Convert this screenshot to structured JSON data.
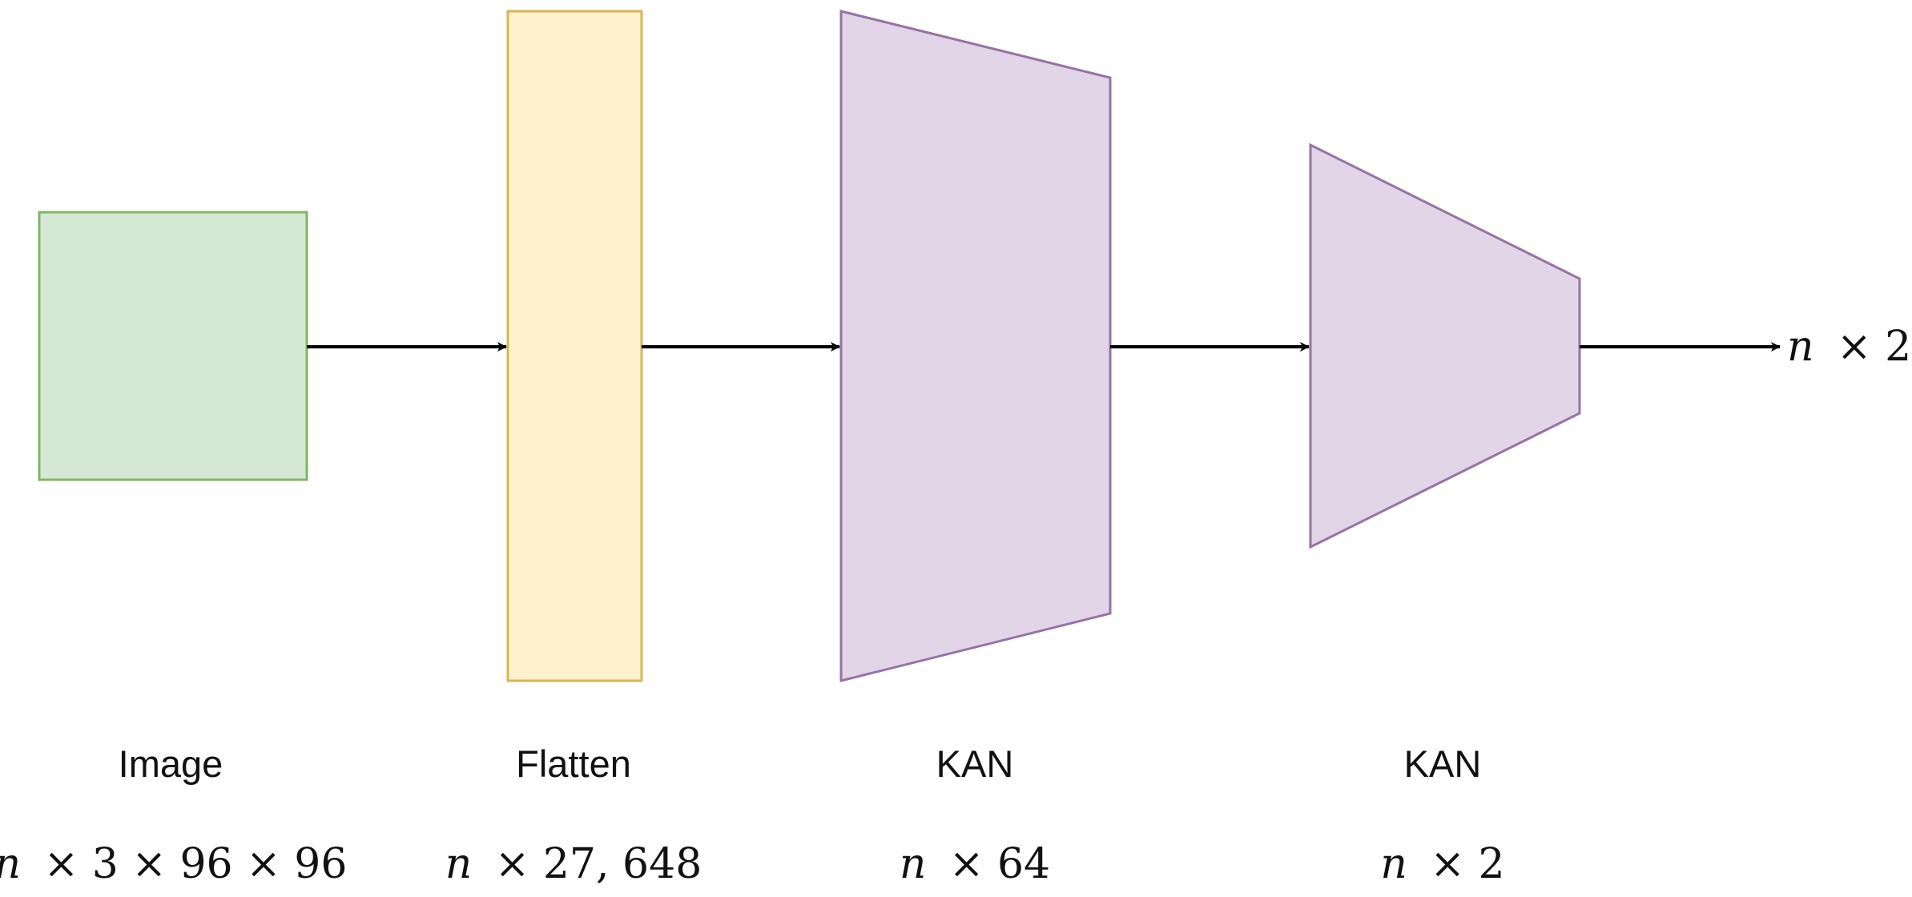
{
  "diagram": {
    "output_label": {
      "var": "n",
      "rest": "× 2"
    },
    "blocks": [
      {
        "name": "Image",
        "shape": {
          "var": "n",
          "rest": "× 3 × 96 × 96"
        },
        "fill": "#d5e8d4",
        "stroke": "#82b366"
      },
      {
        "name": "Flatten",
        "shape": {
          "var": "n",
          "rest": "× 27, 648"
        },
        "fill": "#fff2cc",
        "stroke": "#d6b656"
      },
      {
        "name": "KAN",
        "shape": {
          "var": "n",
          "rest": "× 64"
        },
        "fill": "#e1d5e7",
        "stroke": "#9673a6"
      },
      {
        "name": "KAN",
        "shape": {
          "var": "n",
          "rest": "× 2"
        },
        "fill": "#e1d5e7",
        "stroke": "#9673a6"
      }
    ]
  }
}
